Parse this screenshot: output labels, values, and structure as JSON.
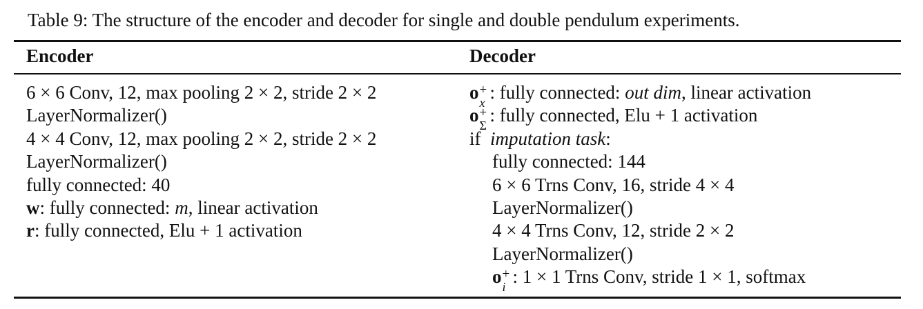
{
  "caption": "Table 9: The structure of the encoder and decoder for single and double pendulum experiments.",
  "headers": {
    "encoder": "Encoder",
    "decoder": "Decoder"
  },
  "encoder": {
    "rows": [
      "6 × 6 Conv, 12, max pooling 2 × 2, stride 2 × 2",
      "LayerNormalizer()",
      "4 × 4 Conv, 12, max pooling 2 × 2, stride 2 × 2",
      "LayerNormalizer()",
      "fully connected: 40"
    ],
    "w_row": {
      "symbol": "w",
      "text": ": fully connected: ",
      "var": "m",
      "rest": ", linear activation"
    },
    "r_row": {
      "symbol": "r",
      "text": ": fully connected, Elu + 1 activation"
    }
  },
  "decoder": {
    "ox_row": {
      "symbol": "o",
      "sup": "+",
      "sub": "x",
      "text": ": fully connected: ",
      "italic": "out dim",
      "rest": ", linear activation"
    },
    "osigma_row": {
      "symbol": "o",
      "sup": "+",
      "sub": "Σ",
      "text": ": fully connected, Elu + 1 activation"
    },
    "if_row": {
      "keyword": "if",
      "condition": "imputation task",
      "colon": ":"
    },
    "indented_rows": [
      "fully connected: 144",
      "6 × 6 Trns Conv, 16, stride 4 × 4",
      "LayerNormalizer()",
      "4 × 4 Trns Conv, 12, stride 2 × 2",
      "LayerNormalizer()"
    ],
    "oi_row": {
      "symbol": "o",
      "sup": "+",
      "sub": "i",
      "text": ": 1 × 1 Trns Conv, stride 1 × 1, softmax"
    }
  }
}
